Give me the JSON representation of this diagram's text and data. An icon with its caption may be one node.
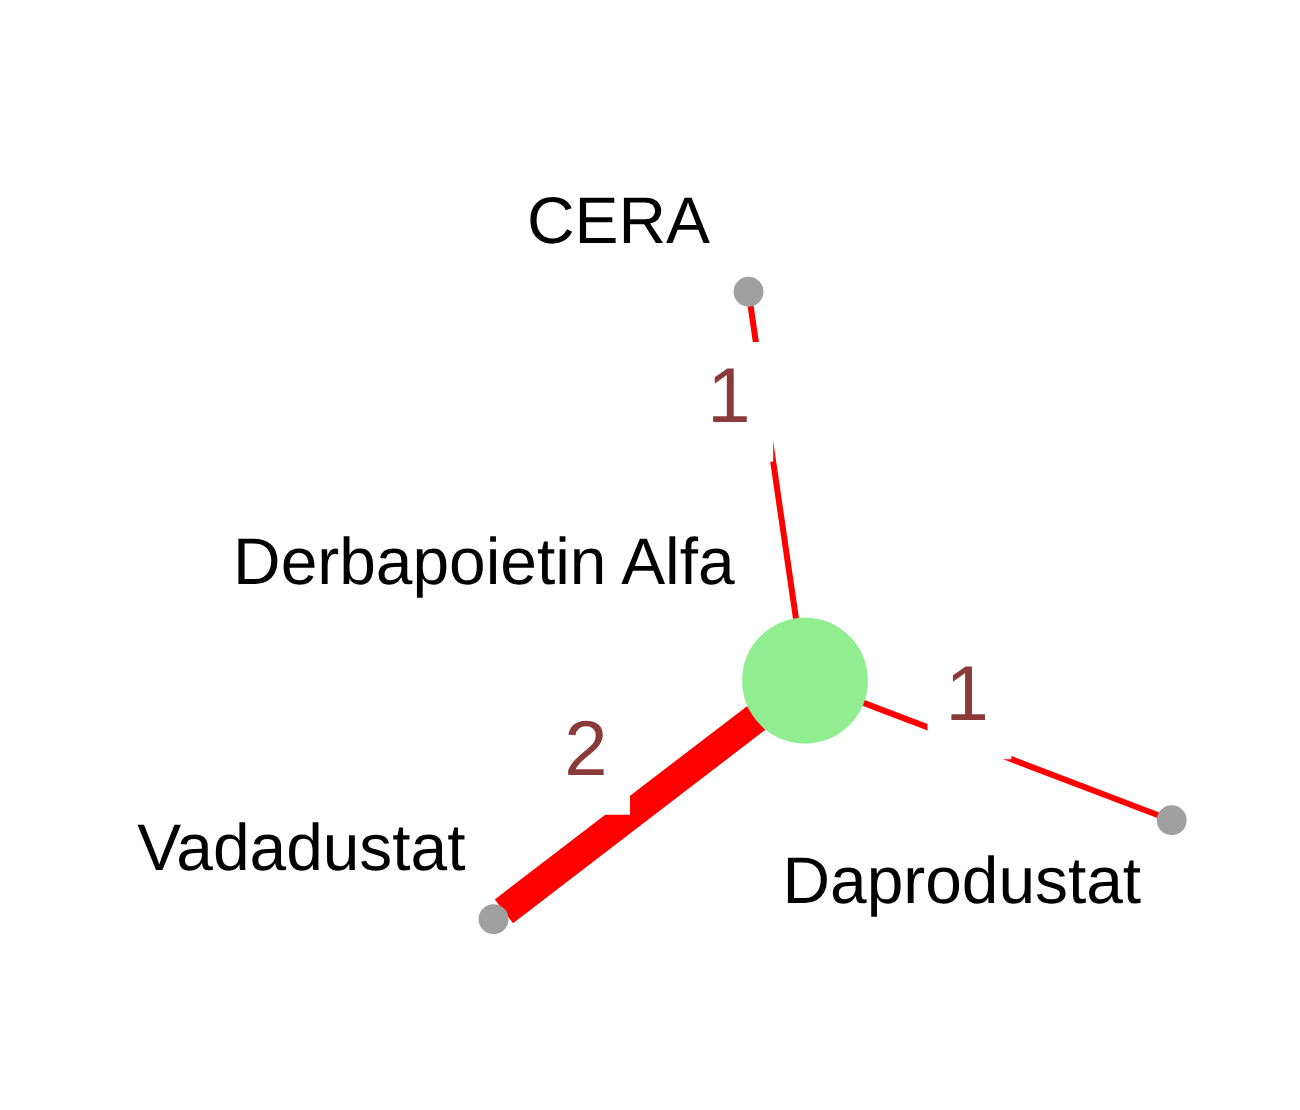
{
  "diagram": {
    "nodes": [
      {
        "text": [],
        "shape": "circle",
        "beside": [
          "Vadadustat"
        ]
      },
      {
        "text": [],
        "shape": "circle",
        "beside": [
          "Daprodustat"
        ]
      },
      {
        "text": [],
        "shape": "circle",
        "beside": [
          "Derbapoietin Alfa"
        ]
      },
      {
        "text": [],
        "shape": "circle",
        "beside": [
          "CERA"
        ]
      }
    ],
    "edges": [
      {
        "from": 0,
        "to": 2,
        "arrow": "none",
        "label": "2",
        "style": "thick"
      },
      {
        "from": 2,
        "to": 1,
        "arrow": "none",
        "label": "1"
      },
      {
        "from": 2,
        "to": 3,
        "arrow": "none",
        "label": "1"
      }
    ]
  }
}
